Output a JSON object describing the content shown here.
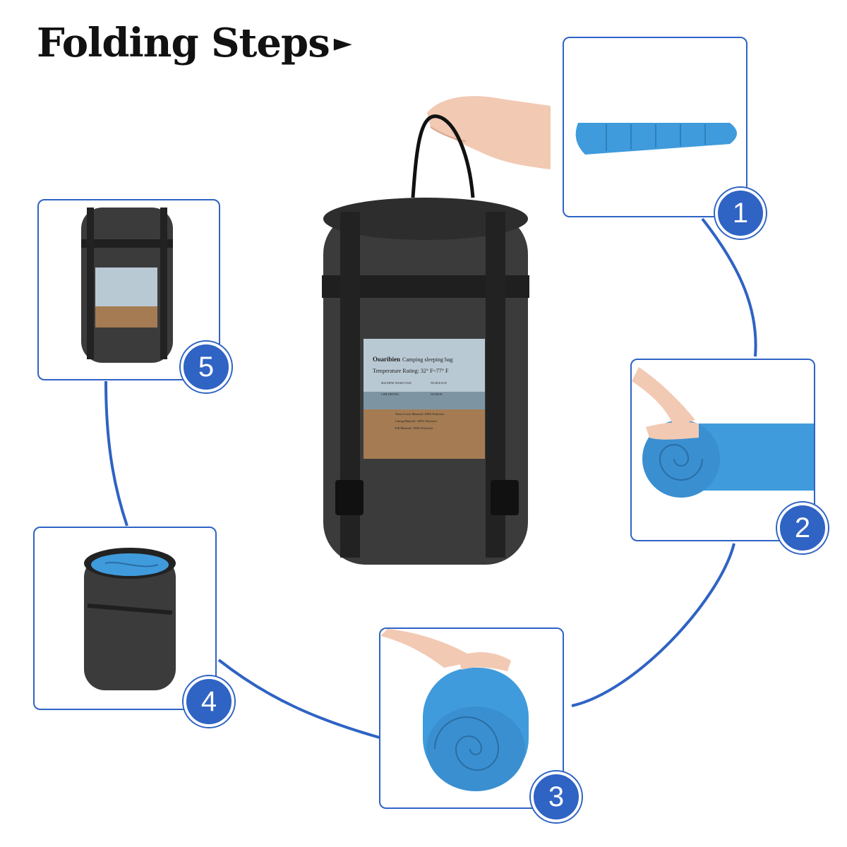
{
  "title": "Folding Steps",
  "title_arrow": "►",
  "accent_color": "#2f63c4",
  "steps": [
    {
      "number": "1"
    },
    {
      "number": "2"
    },
    {
      "number": "3"
    },
    {
      "number": "4"
    },
    {
      "number": "5"
    }
  ],
  "product_label": {
    "brand": "Ooaribien",
    "product": "Camping sleeping bag",
    "rating": "Temperature Rating: 32° F~77° F",
    "care": [
      "MACHINE WASH COLD",
      "NO BLEACH",
      "LINE DRYING",
      "NO IRON"
    ],
    "materials": [
      "Outer Cover Material: 100% Polyester",
      "Lining Material: 100% Polyester",
      "Fill Material: 100% Polyester"
    ]
  }
}
